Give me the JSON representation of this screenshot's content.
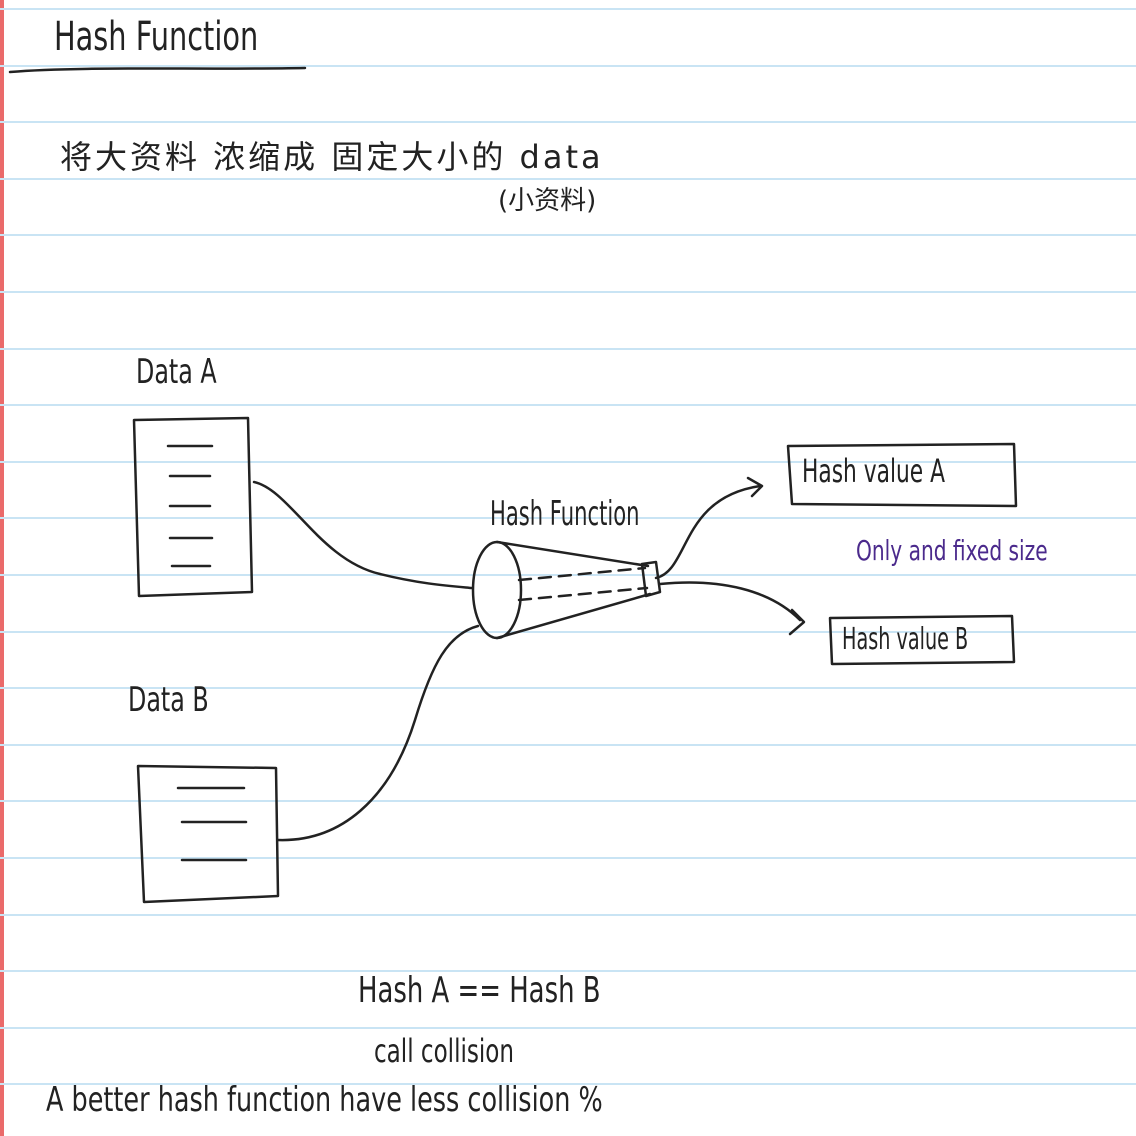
{
  "note": {
    "title": "Hash Function",
    "intro_line1": "将大资料 浓缩成 固定大小的 data",
    "intro_line2": "(小资料)",
    "data_a_label": "Data A",
    "data_b_label": "Data B",
    "function_label": "Hash Function",
    "hash_value_a": "Hash value A",
    "hash_value_b": "Hash value B",
    "annotation": "Only and fixed size",
    "equation": "Hash A == Hash B",
    "call_collision": "call collision",
    "conclusion": "A better hash function have less collision %"
  },
  "colors": {
    "ink": "#222222",
    "annotation_ink": "#4b2a8c",
    "rule_line": "#c9e4f4",
    "margin_line": "#ea6a6a",
    "paper": "#ffffff"
  }
}
